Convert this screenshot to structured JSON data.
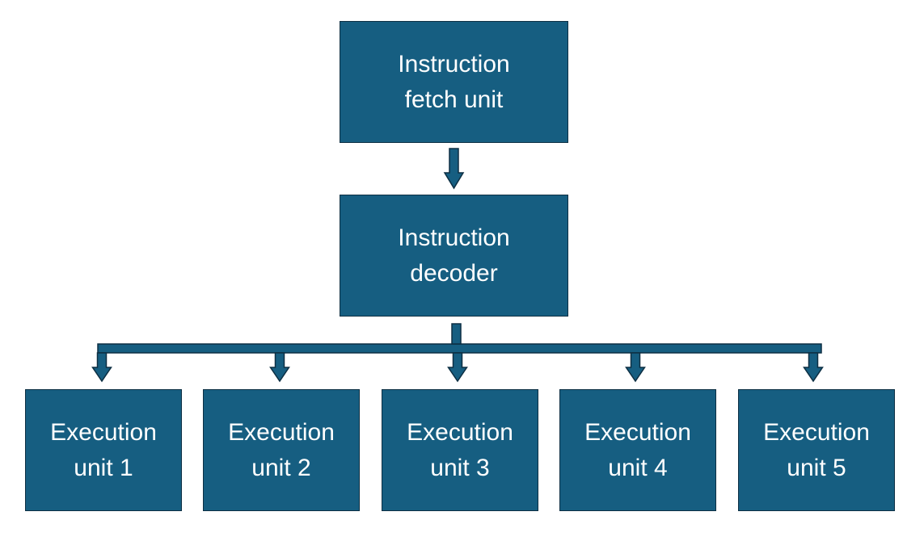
{
  "colors": {
    "box_fill": "#165e81",
    "box_border": "#0d2f43",
    "arrow_fill": "#165e81",
    "arrow_stroke": "#0d2f43",
    "text": "#ffffff"
  },
  "nodes": {
    "fetch": {
      "label": "Instruction\nfetch unit"
    },
    "decoder": {
      "label": "Instruction\ndecoder"
    },
    "exec": [
      {
        "label": "Execution\nunit 1"
      },
      {
        "label": "Execution\nunit 2"
      },
      {
        "label": "Execution\nunit 3"
      },
      {
        "label": "Execution\nunit 4"
      },
      {
        "label": "Execution\nunit 5"
      }
    ]
  },
  "edges": [
    {
      "from": "fetch",
      "to": "decoder"
    },
    {
      "from": "decoder",
      "to": "exec-1"
    },
    {
      "from": "decoder",
      "to": "exec-2"
    },
    {
      "from": "decoder",
      "to": "exec-3"
    },
    {
      "from": "decoder",
      "to": "exec-4"
    },
    {
      "from": "decoder",
      "to": "exec-5"
    }
  ]
}
